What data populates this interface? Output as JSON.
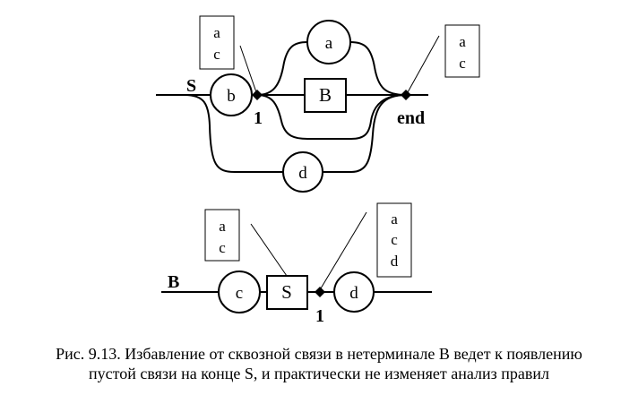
{
  "diagram1": {
    "start_label": "S",
    "terminals": {
      "b": "b",
      "a": "a",
      "d": "d"
    },
    "nonterminal_B": "B",
    "junction_label": "1",
    "end_label": "end",
    "set_left": [
      "a",
      "c"
    ],
    "set_right": [
      "a",
      "c"
    ]
  },
  "diagram2": {
    "start_label": "B",
    "terminals": {
      "c": "c",
      "d": "d"
    },
    "nonterminal_S": "S",
    "junction_label": "1",
    "set_left": [
      "a",
      "c"
    ],
    "set_right": [
      "a",
      "c",
      "d"
    ]
  },
  "caption": {
    "line1": "Рис. 9.13. Избавление от сквозной связи в  нетерминале B ведет к появлению",
    "line2": "пустой связи на конце S, и практически не изменяет анализ правил"
  }
}
